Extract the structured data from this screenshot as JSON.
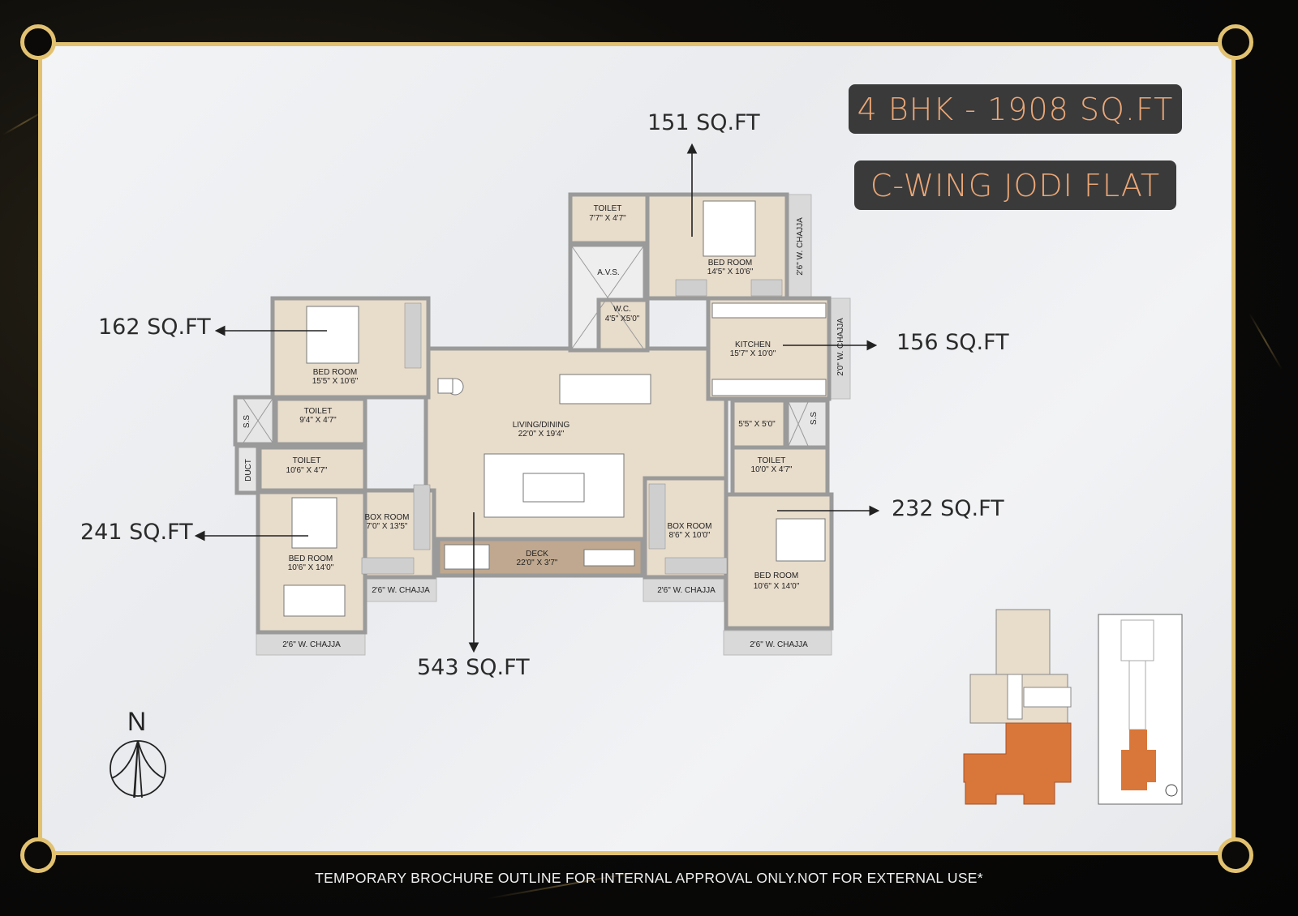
{
  "header": {
    "unit_badge": "4 BHK - 1908 SQ.FT",
    "wing_badge": "C-WING JODI FLAT"
  },
  "colors": {
    "badge_bg": "#3a3a3a",
    "badge_text": "#eba777",
    "frame_gold": "#e2c271",
    "room_fill": "#e8dccb",
    "deck_fill": "#bfa88f",
    "key_highlight": "#d9773a"
  },
  "areas": {
    "top_bedroom": "151 SQ.FT",
    "left_top_bedroom": "162 SQ.FT",
    "kitchen": "156 SQ.FT",
    "left_bottom_bedroom": "241 SQ.FT",
    "right_bottom_bedroom": "232 SQ.FT",
    "living_dining": "543 SQ.FT"
  },
  "rooms": {
    "bedroom_1": {
      "name": "BED ROOM",
      "size": "15'5\" X 10'6\""
    },
    "toilet_1": {
      "name": "TOILET",
      "size": "9'4\" X 4'7\""
    },
    "toilet_2": {
      "name": "TOILET",
      "size": "10'6\" X 4'7\""
    },
    "bedroom_2": {
      "name": "BED ROOM",
      "size": "10'6\" X 14'0\""
    },
    "box_room_1": {
      "name": "BOX ROOM",
      "size": "7'0\" X 13'5\""
    },
    "living": {
      "name": "LIVING/DINING",
      "size": "22'0\" X 19'4\""
    },
    "deck": {
      "name": "DECK",
      "size": "22'0\" X 3'7\""
    },
    "toilet_3": {
      "name": "TOILET",
      "size": "7'7\" X 4'7\""
    },
    "avs": {
      "name": "A.V.S."
    },
    "wc": {
      "name": "W.C.",
      "size": "4'5\" X5'0\""
    },
    "bedroom_3": {
      "name": "BED ROOM",
      "size": "14'5\" X 10'6\""
    },
    "kitchen": {
      "name": "KITCHEN",
      "size": "15'7\" X 10'0\""
    },
    "utility": {
      "size": "5'5\" X 5'0\""
    },
    "toilet_4": {
      "name": "TOILET",
      "size": "10'0\" X 4'7\""
    },
    "box_room_2": {
      "name": "BOX ROOM",
      "size": "8'6\" X 10'0\""
    },
    "bedroom_4": {
      "name": "BED ROOM",
      "size": "10'6\" X 14'0\""
    },
    "ss_left": "S.S",
    "ss_right": "S.S",
    "duct": "DUCT",
    "chajja_26": "2'6\" W. CHAJJA",
    "chajja_20": "2'0\" W. CHAJJA"
  },
  "compass": {
    "label": "N"
  },
  "footer": "TEMPORARY BROCHURE OUTLINE FOR INTERNAL APPROVAL ONLY.NOT FOR EXTERNAL USE*"
}
